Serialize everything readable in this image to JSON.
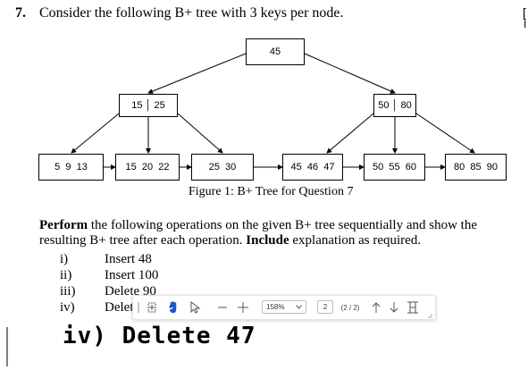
{
  "question": {
    "number": "7.",
    "text": "Consider the following B+ tree with 3 keys per node."
  },
  "tree": {
    "root": "45",
    "left_internal": "15 │ 25",
    "right_internal": "50 │ 80",
    "leaves": [
      "5  9  13",
      "15  20  22",
      "25  30",
      "45  46  47",
      "50  55  60",
      "80  85  90"
    ]
  },
  "caption": "Figure 1: B+ Tree for Question 7",
  "instructions": {
    "bold1": "Perform",
    "text1": " the following operations on the given B+ tree sequentially and show the resulting B+ tree after each operation. ",
    "bold2": "Include",
    "text2": " explanation as required."
  },
  "operations": [
    {
      "num": "i)",
      "text": "Insert 48"
    },
    {
      "num": "ii)",
      "text": "Insert 100"
    },
    {
      "num": "iii)",
      "text": "Delete 90"
    },
    {
      "num": "iv)",
      "text": "Delet"
    }
  ],
  "toolbar": {
    "zoom": "158%",
    "page_input": "2",
    "page_count": "(2 / 2)"
  },
  "handwritten_note": "iv) Delete 47",
  "side_glyphs": [
    "[",
    "I"
  ]
}
